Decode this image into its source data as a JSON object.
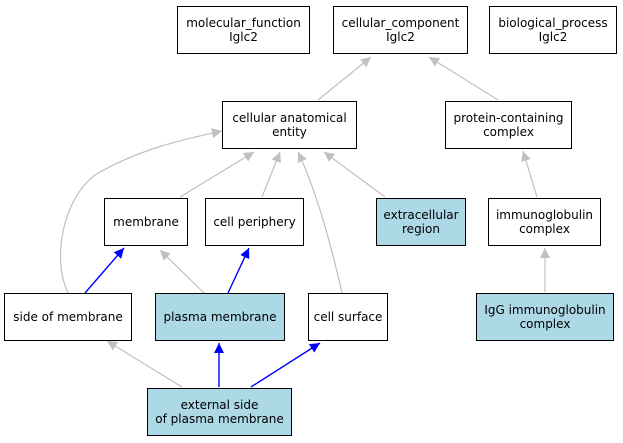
{
  "colors": {
    "highlight_fill": "#add8e6",
    "is_a_edge": "#c0c0c0",
    "part_of_edge": "#0000ff",
    "node_border": "#000000"
  },
  "nodes": {
    "molecular_function": {
      "line1": "molecular_function",
      "line2": "Iglc2"
    },
    "cellular_component": {
      "line1": "cellular_component",
      "line2": "Iglc2"
    },
    "biological_process": {
      "line1": "biological_process",
      "line2": "Iglc2"
    },
    "cellular_anatomical_entity": {
      "line1": "cellular anatomical",
      "line2": "entity"
    },
    "protein_containing_complex": {
      "line1": "protein-containing",
      "line2": "complex"
    },
    "membrane": {
      "line1": "membrane"
    },
    "cell_periphery": {
      "line1": "cell periphery"
    },
    "extracellular_region": {
      "line1": "extracellular",
      "line2": "region"
    },
    "immunoglobulin_complex": {
      "line1": "immunoglobulin",
      "line2": "complex"
    },
    "side_of_membrane": {
      "line1": "side of membrane"
    },
    "plasma_membrane": {
      "line1": "plasma membrane"
    },
    "cell_surface": {
      "line1": "cell surface"
    },
    "igg_immunoglobulin_complex": {
      "line1": "IgG immunoglobulin",
      "line2": "complex"
    },
    "external_side_of_plasma_membrane": {
      "line1": "external side",
      "line2": "of plasma membrane"
    }
  }
}
